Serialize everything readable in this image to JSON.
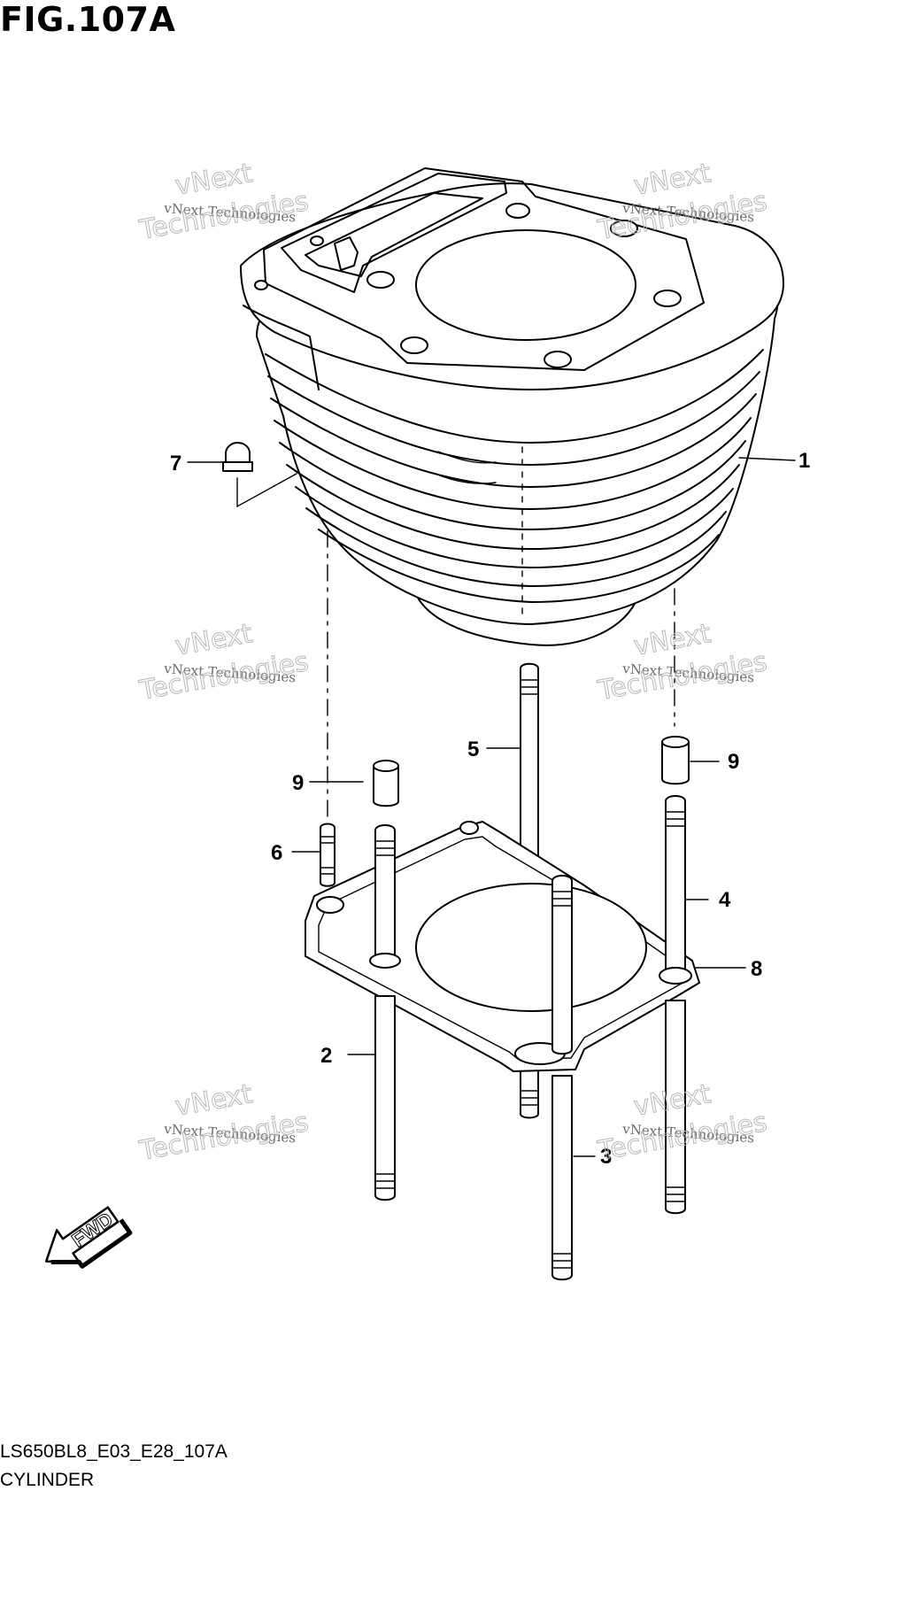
{
  "title": "FIG.107A",
  "diagram_code": "LS650BL8_E03_E28_107A",
  "caption": "CYLINDER",
  "fwd_label": "FWD",
  "callouts": {
    "c1": "1",
    "c2": "2",
    "c3": "3",
    "c4": "4",
    "c5": "5",
    "c6": "6",
    "c7": "7",
    "c8": "8",
    "c9a": "9",
    "c9b": "9"
  },
  "watermark": {
    "line1": "vNext",
    "line2": "vNext Technologies",
    "line3": "Technologies"
  }
}
